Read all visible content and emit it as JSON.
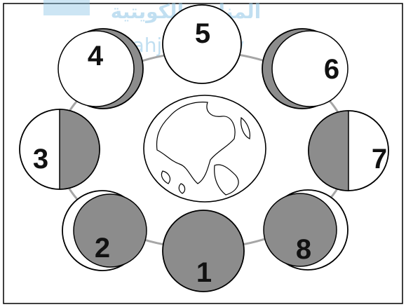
{
  "colors": {
    "shadow": "#8c8c8c",
    "lit": "#ffffff",
    "stroke": "#000000",
    "orbit": "#a6a6a6",
    "frame": "#000000",
    "watermark": "#8fc6e6"
  },
  "watermark": {
    "arabic": "المناهج الكويتية",
    "url": "almanahj.com/kw"
  },
  "phases": [
    {
      "label": "1",
      "phase": "full-dark"
    },
    {
      "label": "2",
      "phase": "lit-sliver-left"
    },
    {
      "label": "3",
      "phase": "lit-left-half"
    },
    {
      "label": "4",
      "phase": "dark-sliver-right"
    },
    {
      "label": "5",
      "phase": "full-lit"
    },
    {
      "label": "6",
      "phase": "dark-sliver-left"
    },
    {
      "label": "7",
      "phase": "lit-right-half"
    },
    {
      "label": "8",
      "phase": "lit-sliver-right"
    }
  ],
  "earth": {
    "name": "earth-icon"
  }
}
